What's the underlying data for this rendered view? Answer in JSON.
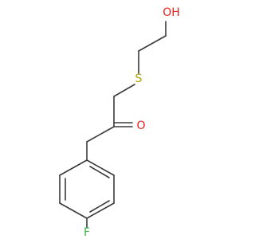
{
  "molecule": {
    "atoms": {
      "oh": {
        "text": "OH",
        "color": "#e8231e"
      },
      "s": {
        "text": "S",
        "color": "#b5a200"
      },
      "o": {
        "text": "O",
        "color": "#e8231e"
      },
      "f": {
        "text": "F",
        "color": "#39b54a"
      }
    },
    "bond_color": "#3a3a3a"
  }
}
